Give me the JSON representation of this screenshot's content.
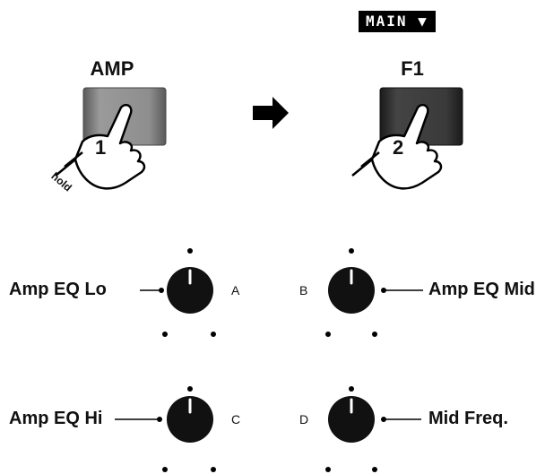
{
  "buttons": [
    {
      "name": "amp-button",
      "title": "AMP",
      "step": "1",
      "action": "hold",
      "color": "#7a7a7a"
    },
    {
      "name": "f1-button",
      "title": "F1",
      "step": "2",
      "action": "",
      "color": "#3a3a3a"
    }
  ],
  "mode_badge": "MAIN ▼",
  "knobs": [
    {
      "letter": "A",
      "label": "Amp EQ Lo"
    },
    {
      "letter": "B",
      "label": "Amp EQ Mid"
    },
    {
      "letter": "C",
      "label": "Amp EQ Hi"
    },
    {
      "letter": "D",
      "label": "Mid Freq."
    }
  ],
  "colors": {
    "knob": "#111111",
    "line": "#000000"
  }
}
